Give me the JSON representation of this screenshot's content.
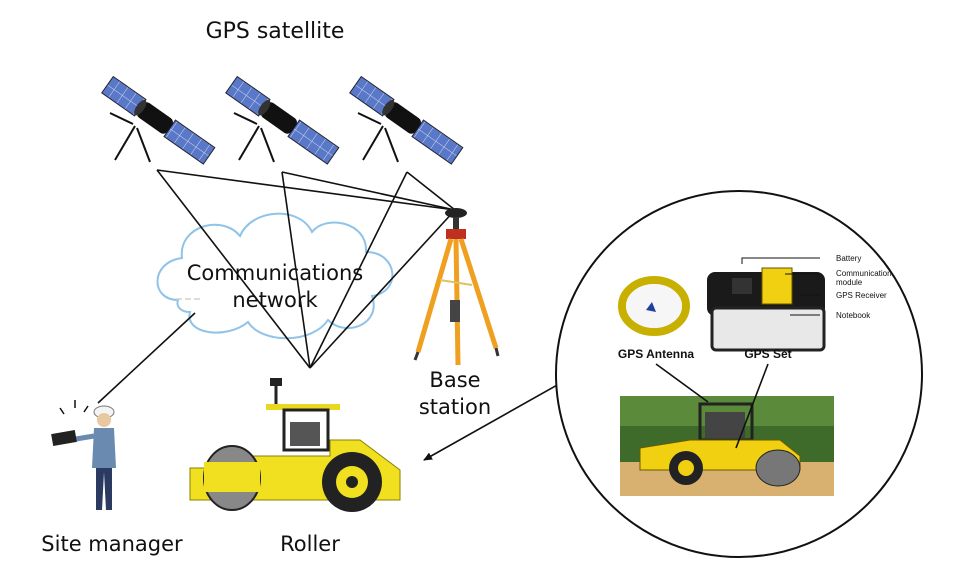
{
  "labels": {
    "gps_satellite": "GPS satellite",
    "communications_line1": "Communications",
    "communications_line2": "network",
    "base_line1": "Base",
    "base_line2": "station",
    "site_manager": "Site manager",
    "roller": "Roller"
  },
  "detail": {
    "gps_antenna": "GPS Antenna",
    "gps_set": "GPS Set",
    "callouts": {
      "battery": "Battery",
      "comm_line1": "Communication",
      "comm_line2": "module",
      "gps_receiver": "GPS Receiver",
      "notebook": "Notebook"
    }
  },
  "colors": {
    "satellite_panel": "#5a78c8",
    "cloud_outline": "#8fc3e8",
    "tripod": "#f0a020",
    "roller_body": "#f0e020",
    "ground": "#d8b070"
  }
}
